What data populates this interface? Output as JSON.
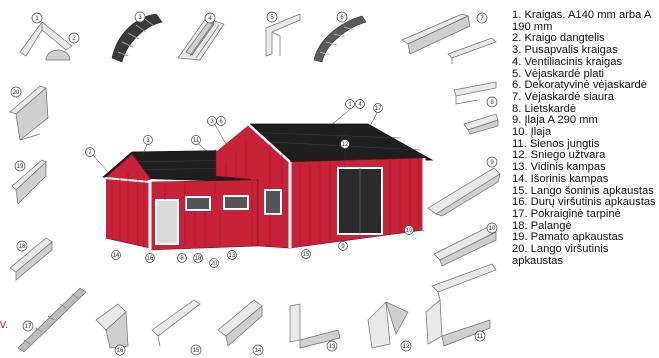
{
  "legend": [
    "1. Kraigas. A140 mm arba A 190 mm",
    "2. Kraigo dangtelis",
    "3. Pusapvalis kraigas",
    "4. Ventiliacinis kraigas",
    "5. Vėjaskardė plati",
    "6. Dekoratyvinė vėjaskardė",
    "7. Vėjaskardė siaura",
    "8. Lietskardė",
    "9. Įlaja A 290 mm",
    "10. Įlaja",
    "11. Sienos jungtis",
    "12. Sniego užtvara",
    "13. Vidinis kampas",
    "14. Išorinis kampas",
    "15. Lango šoninis apkaustas",
    "16. Durų viršutinis apkaustas",
    "17. Pokraiginė tarpinė",
    "18. Palangė",
    "19. Pamato apkaustas",
    "20. Lango viršutinis apkaustas"
  ],
  "callouts": {
    "c1": "1",
    "c2": "2",
    "c3": "3",
    "c4": "4",
    "c5": "5",
    "c6": "6",
    "c7": "7",
    "c8": "8",
    "c9": "9",
    "c10": "10",
    "c11": "11",
    "c12": "12",
    "c13": "13",
    "c14": "14",
    "c15": "15",
    "c16": "16",
    "c17": "17",
    "c18": "18",
    "c19": "19",
    "c20": "20",
    "h1": "1",
    "h4": "4",
    "h17": "17",
    "h3": "3",
    "h6": "6",
    "h11": "11",
    "h12": "12",
    "h7": "7",
    "h8": "8",
    "h14": "14",
    "h16": "16",
    "h18": "18",
    "h20": "20",
    "h13": "13",
    "h15": "15",
    "h9": "9",
    "h10": "10"
  },
  "edge_text": "v.",
  "colors": {
    "wall": "#c8223a",
    "roof": "#1e1e1e",
    "trim": "#ffffff",
    "legend_text": "#111111"
  }
}
